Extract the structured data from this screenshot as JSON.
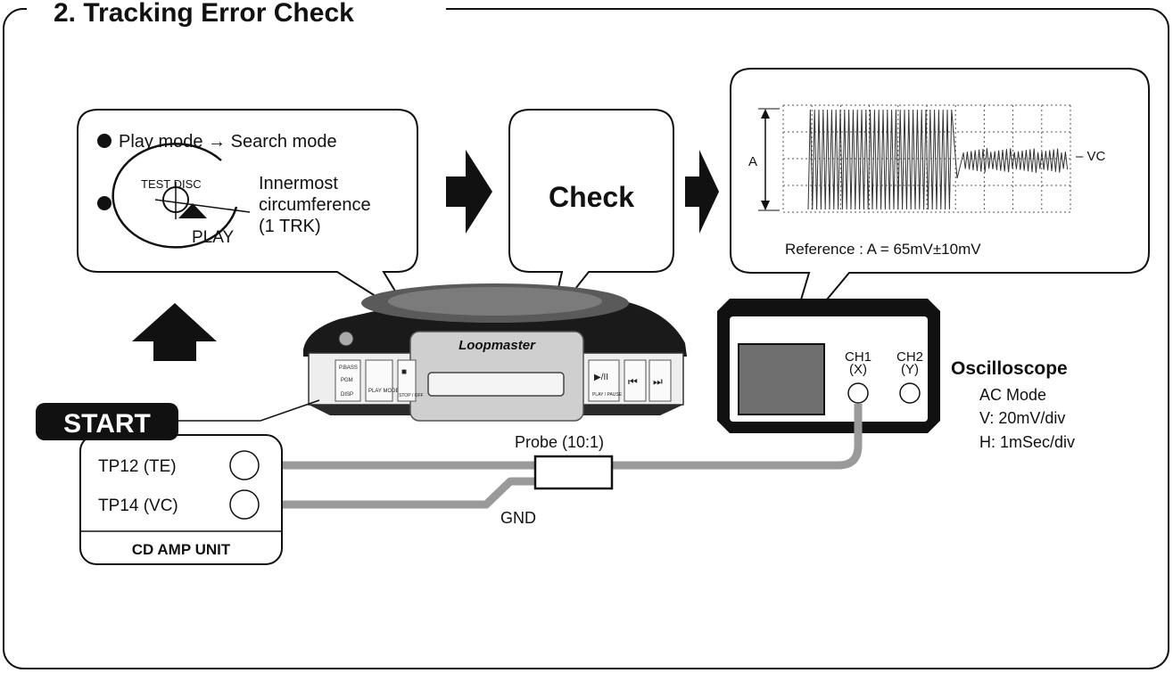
{
  "title": "2. Tracking Error Check",
  "mode_box": {
    "line1": "Play mode → Search mode",
    "disc_label": "TEST DISC",
    "play_label": "PLAY",
    "innermost": [
      "Innermost",
      "circumference",
      "(1 TRK)"
    ]
  },
  "check_label": "Check",
  "scope_view": {
    "axis_a_label": "A",
    "vc_label": "– VC",
    "reference": "Reference : A = 65mV±10mV"
  },
  "device": {
    "brand": "Loopmaster",
    "buttons": [
      "P.BASS",
      "PGM",
      "DISP",
      "PLAY MODE",
      "■",
      "STOP / OFF",
      "▶/II",
      "PLAY / PAUSE",
      "⏮",
      "⏭"
    ]
  },
  "start_label": "START",
  "test_points": [
    {
      "label": "TP12 (TE)"
    },
    {
      "label": "TP14 (VC)"
    }
  ],
  "unit_label": "CD AMP UNIT",
  "probe_label": "Probe (10:1)",
  "gnd_label": "GND",
  "oscilloscope": {
    "ch1": [
      "CH1",
      "(X)"
    ],
    "ch2": [
      "CH2",
      "(Y)"
    ],
    "name": "Oscilloscope",
    "settings": [
      "AC Mode",
      "V: 20mV/div",
      "H: 1mSec/div"
    ]
  },
  "colors": {
    "cable": "#9a9a9a",
    "screen": "#6f6f6f",
    "dark": "#111111"
  }
}
